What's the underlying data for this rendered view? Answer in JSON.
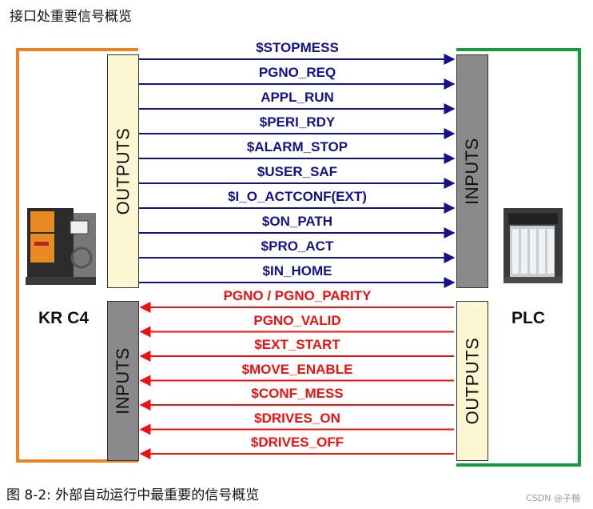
{
  "header": {
    "title": "接口处重要信号概览"
  },
  "caption": "图  8-2: 外部自动运行中最重要的信号概览",
  "watermark": "CSDN @子楷",
  "left_node": {
    "label": "KR C4",
    "upper_box": "OUTPUTS",
    "lower_box": "INPUTS",
    "frame_color": "#ee8222",
    "image": "kuka-robot-controller-cabinet"
  },
  "right_node": {
    "label": "PLC",
    "upper_box": "INPUTS",
    "lower_box": "OUTPUTS",
    "frame_color": "#0f9d3e",
    "image": "plc-rack"
  },
  "signals_to_plc": {
    "direction": "KR C4 to PLC",
    "color": "#12128a",
    "items": [
      "$STOPMESS",
      "PGNO_REQ",
      "APPL_RUN",
      "$PERI_RDY",
      "$ALARM_STOP",
      "$USER_SAF",
      "$I_O_ACTCONF(EXT)",
      "$ON_PATH",
      "$PRO_ACT",
      "$IN_HOME"
    ]
  },
  "signals_to_krc4": {
    "direction": "PLC to KR C4",
    "color": "#ee1111",
    "items": [
      "PGNO / PGNO_PARITY",
      "PGNO_VALID",
      "$EXT_START",
      "$MOVE_ENABLE",
      "$CONF_MESS",
      "$DRIVES_ON",
      "$DRIVES_OFF"
    ]
  }
}
